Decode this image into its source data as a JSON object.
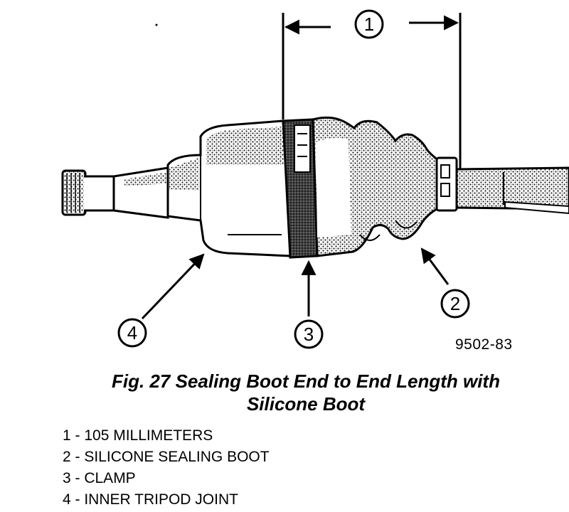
{
  "figure": {
    "callouts": [
      {
        "number": "1"
      },
      {
        "number": "2"
      },
      {
        "number": "3"
      },
      {
        "number": "4"
      }
    ],
    "reference_code": "9502-83",
    "caption_line1": "Fig. 27 Sealing Boot End to End Length with",
    "caption_line2": "Silicone Boot"
  },
  "legend": [
    {
      "text": "1 - 105 MILLIMETERS"
    },
    {
      "text": "2 - SILICONE SEALING BOOT"
    },
    {
      "text": "3 - CLAMP"
    },
    {
      "text": "4 - INNER TRIPOD JOINT"
    }
  ]
}
